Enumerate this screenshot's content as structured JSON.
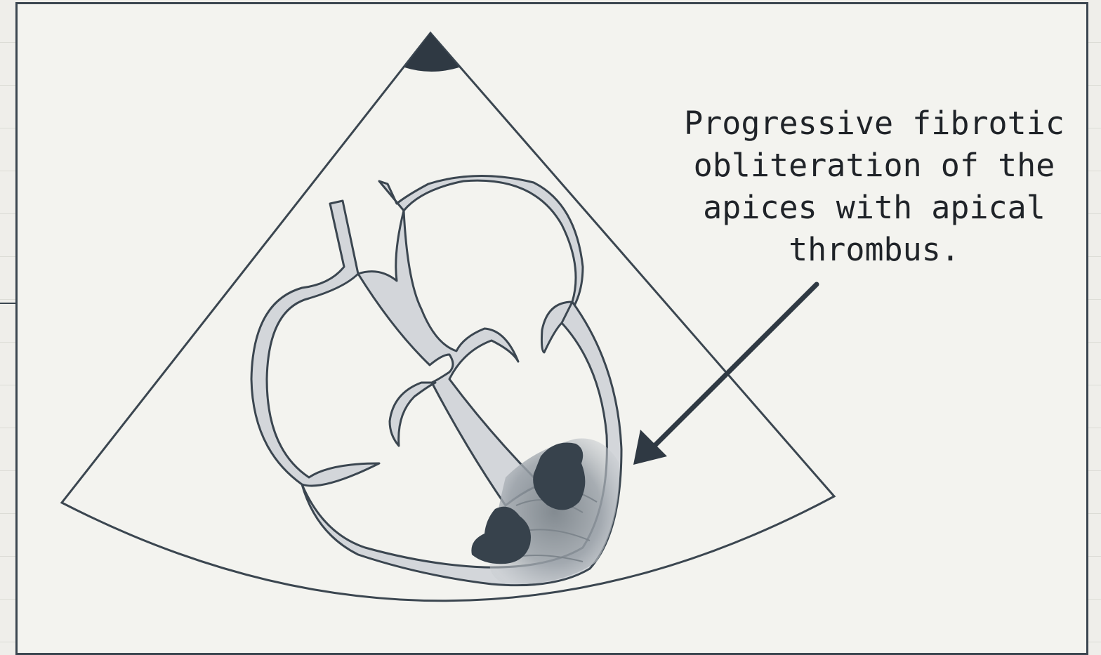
{
  "annotation": {
    "text": "Progressive fibrotic\nobliteration of the\napices with apical\nthrombus."
  },
  "colors": {
    "frame": "#3b4650",
    "ink": "#2f3943",
    "wall_fill": "#d3d6da",
    "thrombus": "#37424c",
    "background": "#f3f3ef"
  },
  "icons": [
    "ultrasound-sector",
    "heart-four-chamber",
    "callout-arrow"
  ]
}
